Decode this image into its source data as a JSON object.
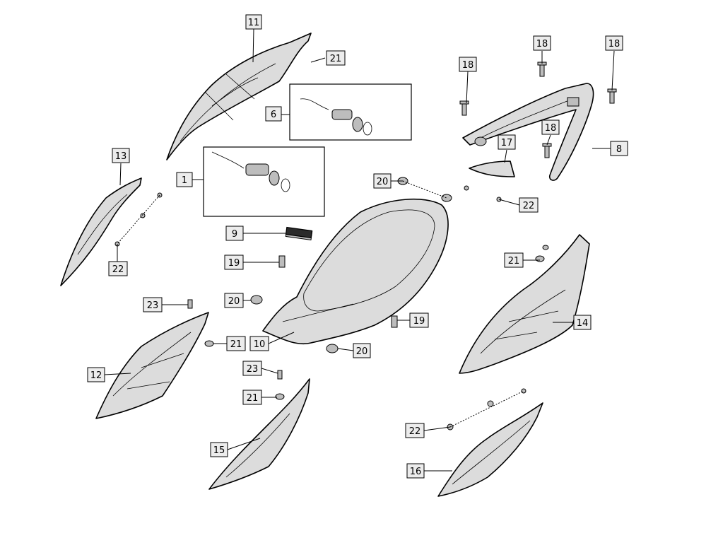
{
  "diagram": {
    "labels": {
      "p1": "1",
      "p6": "6",
      "p8": "8",
      "p9": "9",
      "p10": "10",
      "p11": "11",
      "p12": "12",
      "p13": "13",
      "p14": "14",
      "p15": "15",
      "p16": "16",
      "p17": "17",
      "p18a": "18",
      "p18b": "18",
      "p18c": "18",
      "p18d": "18",
      "p19a": "19",
      "p19b": "19",
      "p20a": "20",
      "p20b": "20",
      "p20c": "20",
      "p21a": "21",
      "p21b": "21",
      "p21c": "21",
      "p21d": "21",
      "p22a": "22",
      "p22b": "22",
      "p22c": "22",
      "p23a": "23",
      "p23b": "23"
    }
  }
}
